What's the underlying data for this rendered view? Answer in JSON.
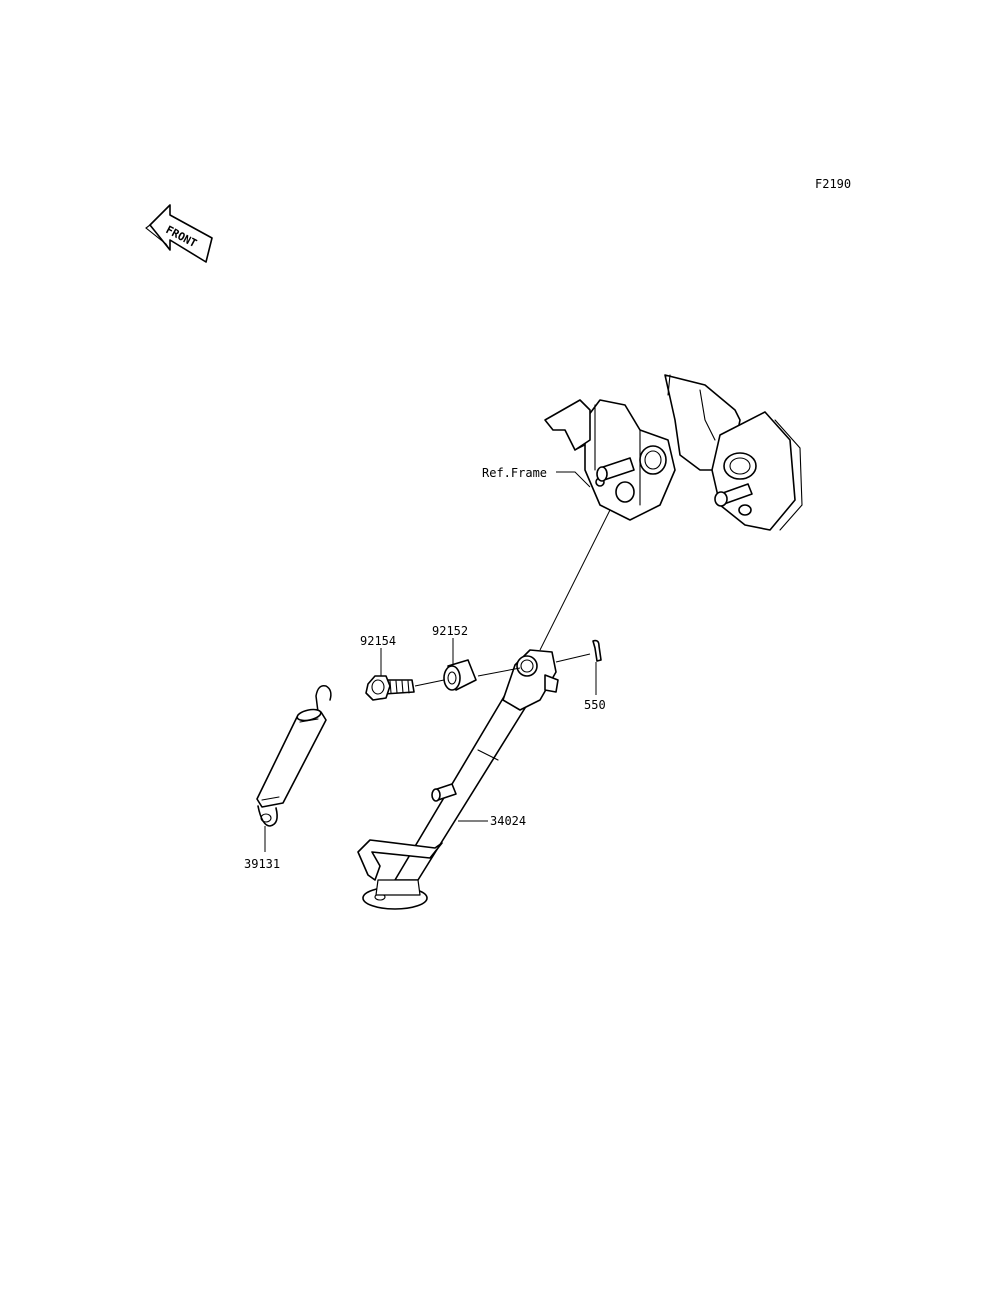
{
  "figure_code": "F2190",
  "front_arrow": {
    "text": "FRONT",
    "icon": "front-direction-arrow-icon"
  },
  "labels": {
    "ref_frame": "Ref.Frame",
    "p92154": "92154",
    "p92152": "92152",
    "p550": "550",
    "p34024": "34024",
    "p39131": "39131"
  }
}
